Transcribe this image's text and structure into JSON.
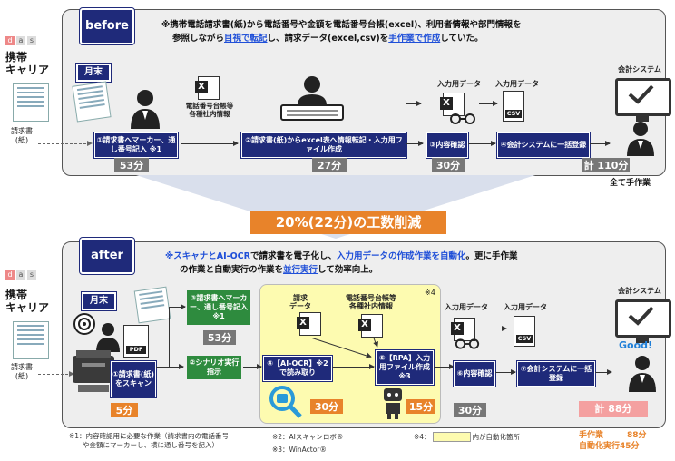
{
  "das_logo": [
    "d",
    "a",
    "s"
  ],
  "colors": {
    "navy": "#1f2a7a",
    "green": "#2e8b3e",
    "orange": "#e8832a",
    "gray": "#777777",
    "blue": "#1f4fd8",
    "yellow": "#fdfbb0",
    "pink": "#f4a0a0"
  },
  "before": {
    "tag": "before",
    "note_pre": "※携帯電話請求書(紙)から電話番号や金額を電話番号台帳(excel)、利用者情報や部門情報を",
    "note_line2_pre": "参照しながら",
    "note_hl1": "目視で転記",
    "note_line2_mid": "し、請求データ(excel,csv)を",
    "note_hl2": "手作業で作成",
    "note_line2_post": "していた。",
    "carrier": "携帯\nキャリア",
    "invoice": "請求書\n(紙)",
    "month_end": "月末",
    "ledger_label": "電話番号台帳等\n各種社内情報",
    "input_data1": "入力用データ",
    "input_data2": "入力用データ",
    "accounting": "会計システム",
    "steps": [
      {
        "label": "①請求書へマーカー、通し番号記入 ※1",
        "time": "53分"
      },
      {
        "label": "②請求書(紙)からexcel表へ情報転記・入力用ファイル作成",
        "time": "27分"
      },
      {
        "label": "③内容確認",
        "time": "30分"
      },
      {
        "label": "④会計システムに一括登録",
        "time": ""
      }
    ],
    "total": "計 110分",
    "all_manual": "全て手作業",
    "csv": "CSV"
  },
  "reduction": "20%(22分)の工数削減",
  "after": {
    "tag": "after",
    "note_a_blue": "※スキャナとAI-OCR",
    "note_a1": "で請求書を電子化し、",
    "note_a_blue2": "入力用データの作成作業を自動化",
    "note_a2": "。更に手作業",
    "note_b1": "の作業と自動実行の作業を",
    "note_b_hl": "並行実行",
    "note_b2": "して効率向上。",
    "carrier": "携帯\nキャリア",
    "invoice": "請求書\n(紙)",
    "month_end": "月末",
    "pdf": "PDF",
    "invoice_data": "請求\nデータ",
    "ledger_label": "電話番号台帳等\n各種社内情報",
    "mark4": "※4",
    "input_data1": "入力用データ",
    "input_data2": "入力用データ",
    "accounting": "会計システム",
    "good": "Good!",
    "csv": "CSV",
    "steps": [
      {
        "label": "①請求書(紙)をスキャン",
        "time": "5分"
      },
      {
        "label": "②シナリオ実行指示",
        "time": ""
      },
      {
        "label": "③請求書へマーカー、通し番号記入 ※1",
        "time": "53分"
      },
      {
        "label": "④【AI-OCR】※2で読み取り",
        "time": "30分"
      },
      {
        "label": "⑤【RPA】入力用ファイル作成 ※3",
        "time": "15分"
      },
      {
        "label": "⑥内容確認",
        "time": "30分"
      },
      {
        "label": "⑦会計システムに一括登録",
        "time": ""
      }
    ],
    "total": "計 88分",
    "manual": "手作業",
    "manual_time": "88分",
    "auto": "自動化実行",
    "auto_time": "45分"
  },
  "footnotes": {
    "f1": "※1：内容確認用に必要な作業（請求書内の電話番号\n　　や金額にマーカーし、横に通し番号を記入）",
    "f2": "※2：AIスキャンロボ®",
    "f3": "※3：WinActor®",
    "f4_pre": "※4：",
    "f4_post": "内が自動化箇所"
  }
}
